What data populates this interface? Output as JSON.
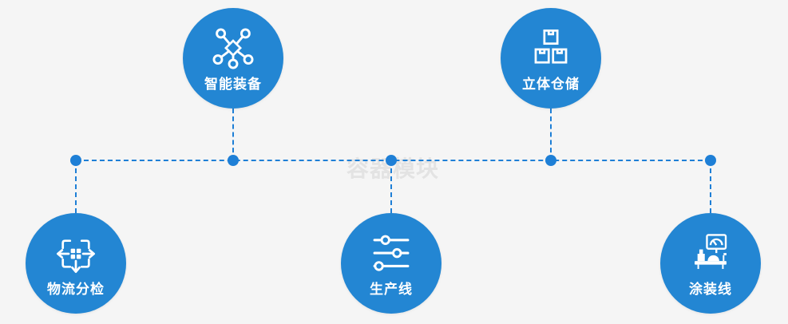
{
  "canvas": {
    "background_color": "#f5f5f5"
  },
  "colors": {
    "node_fill": "#2386d3",
    "connector": "#1e7fd6",
    "label_text": "#ffffff",
    "watermark_text": "#e3e3e3"
  },
  "watermark": {
    "text": "容器模块"
  },
  "nodes": [
    {
      "id": "smart-equipment",
      "label": "智能装备",
      "icon": "network-nodes-icon",
      "row": "top"
    },
    {
      "id": "stereo-warehouse",
      "label": "立体仓储",
      "icon": "stacked-boxes-icon",
      "row": "top"
    },
    {
      "id": "logistics-sorting",
      "label": "物流分检",
      "icon": "sorting-arrows-icon",
      "row": "bottom"
    },
    {
      "id": "production-line",
      "label": "生产线",
      "icon": "sliders-icon",
      "row": "bottom"
    },
    {
      "id": "painting-line",
      "label": "涂装线",
      "icon": "machine-gauge-icon",
      "row": "bottom"
    }
  ]
}
